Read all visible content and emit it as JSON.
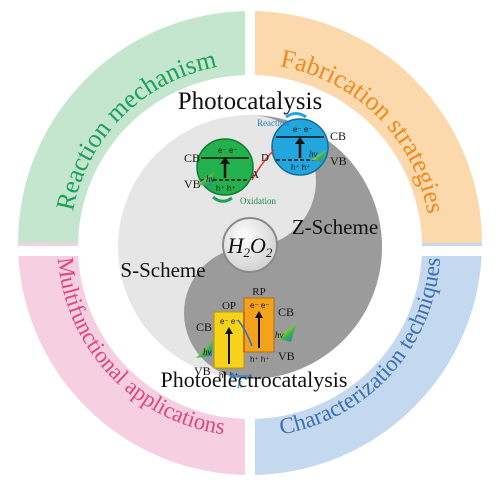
{
  "center": {
    "label_main": "H",
    "label_sub1": "2",
    "label_mid": "O",
    "label_sub2": "2"
  },
  "quadrants": {
    "top_left": "Reaction mechanism",
    "top_right": "Fabrication strategies",
    "bottom_right": "Characterization techniques",
    "bottom_left": "Multifunctional applications"
  },
  "ring_titles": {
    "top": "Photocatalysis",
    "bottom": "Photoelectrocatalysis"
  },
  "schemes": {
    "z": "Z-Scheme",
    "s": "S-Scheme"
  },
  "z_scheme": {
    "cb_left": "CB",
    "vb_left": "VB",
    "cb_right": "CB",
    "vb_right": "VB",
    "electrons_left": "e⁻ e⁻",
    "holes_left": "h⁺ h⁺",
    "electrons_right": "e⁻ e⁻",
    "holes_right": "h⁺ h⁺",
    "hv_left": "hv",
    "hv_right": "hv",
    "reaction": "Reaction",
    "oxidation": "Oxidation",
    "d_label": "D",
    "a_label": "A"
  },
  "s_scheme": {
    "op": "OP",
    "rp": "RP",
    "cb_left": "CB",
    "vb_left": "VB",
    "cb_right": "CB",
    "vb_right": "VB",
    "electrons_left": "e⁻ e⁻",
    "holes_left": "h⁺ h⁺",
    "electrons_right": "e⁻ e⁻",
    "holes_right": "h⁺ h⁺",
    "hv_left": "hv",
    "hv_right": "hv",
    "e_field": "E"
  },
  "colors": {
    "green_sector": "#c4e6cf",
    "orange_sector": "#fbd9ac",
    "blue_sector": "#c4d9ef",
    "pink_sector": "#f6cfe0",
    "green_text": "#1aa35a",
    "orange_text": "#ef8a1c",
    "blue_text": "#3b6fb6",
    "pink_text": "#e0457f",
    "dark_yang": "#9b9b9b",
    "light_yin": "#e6e6e6"
  }
}
